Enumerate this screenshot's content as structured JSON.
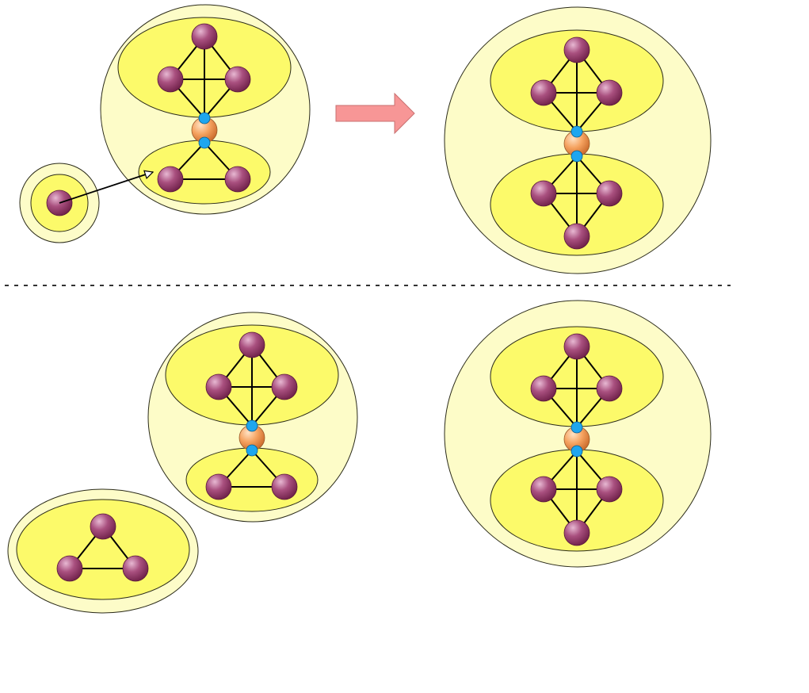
{
  "diagram": {
    "colors": {
      "outer_fill": "#fdfcc8",
      "inner_fill": "#fcfa6a",
      "outline": "#2b2b1a",
      "node_purple": "#9a3c6c",
      "node_orange": "#f5a25f",
      "port_blue": "#1ea6ef",
      "edge": "#000000",
      "arrow_fill": "#f79696",
      "arrow_stroke": "#c97070",
      "divider": "#333333"
    },
    "panels": [
      {
        "id": "top-left-cluster",
        "kind": "cut-vertex-two-blocks"
      },
      {
        "id": "top-left-singleton",
        "kind": "single-node"
      },
      {
        "id": "top-right-merged",
        "kind": "merged-cluster"
      },
      {
        "id": "bottom-left-cluster",
        "kind": "cut-vertex-two-blocks"
      },
      {
        "id": "bottom-left-triangle",
        "kind": "triangle-block"
      },
      {
        "id": "bottom-right-merged",
        "kind": "merged-cluster"
      }
    ],
    "transformation_arrow": "right-arrow",
    "separator": "dotted-line"
  }
}
